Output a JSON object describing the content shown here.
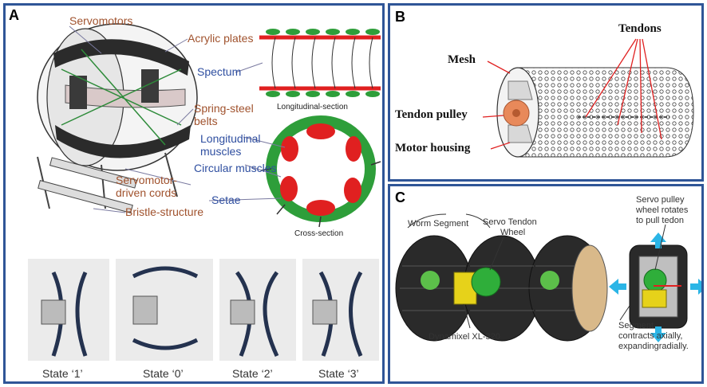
{
  "panels": {
    "a": {
      "label": "A",
      "labels": {
        "servomotors": "Servomotors",
        "acrylic": "Acrylic plates",
        "spectum": "Spectum",
        "longitudinal_section": "Longitudinal-section",
        "spring_steel": "Spring-steel",
        "belts": "belts",
        "longitudinal_muscles_1": "Longitudinal",
        "longitudinal_muscles_2": "muscles",
        "circular_muscles": "Circular muscles",
        "servo_cords_1": "Servomotor-",
        "servo_cords_2": "driven cords",
        "setae": "Setae",
        "bristle": "Bristle-structure",
        "cross_section": "Cross-section"
      },
      "states": [
        "State ‘1’",
        "State ‘0’",
        "State ‘2’",
        "State ‘3’"
      ]
    },
    "b": {
      "label": "B",
      "labels": {
        "tendons": "Tendons",
        "mesh": "Mesh",
        "tendon_pulley": "Tendon pulley",
        "motor_housing": "Motor housing"
      }
    },
    "c": {
      "label": "C",
      "labels": {
        "worm_segment": "Worm Segment",
        "servo_tendon_1": "Servo Tendon",
        "servo_tendon_2": "Wheel",
        "dynamixel": "Dynamixel XL-320",
        "servo_pulley_1": "Servo pulley",
        "servo_pulley_2": "wheel rotates",
        "servo_pulley_3": "to pull tedon",
        "segment_1": "Segment",
        "segment_2": "contracts axially,",
        "segment_3": "expandingradially."
      }
    }
  },
  "colors": {
    "border": "#2f5597",
    "label_brown": "#a0522d",
    "label_blue": "#2f4fa0",
    "muscle_green": "#2e9e3a",
    "muscle_red": "#e02020",
    "arrow_cyan": "#2bb5e6",
    "pulley_orange": "#e8895a",
    "servo_yellow": "#e6d21a"
  }
}
